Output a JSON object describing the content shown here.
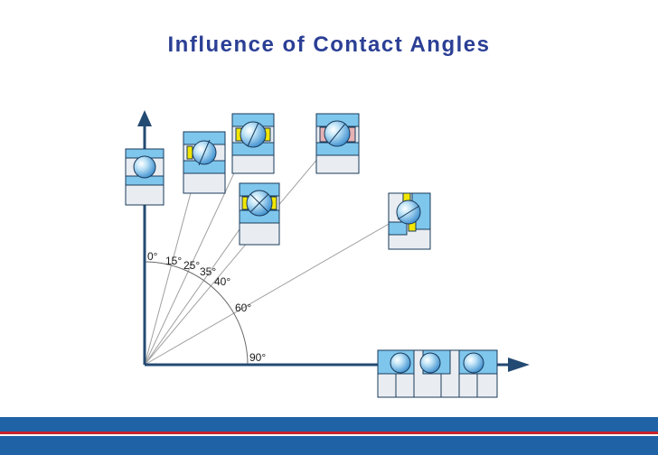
{
  "title": "Influence of Contact Angles",
  "angles": [
    {
      "label": "0°",
      "deg": 0
    },
    {
      "label": "15°",
      "deg": 15
    },
    {
      "label": "25°",
      "deg": 25
    },
    {
      "label": "35°",
      "deg": 35
    },
    {
      "label": "40°",
      "deg": 40
    },
    {
      "label": "60°",
      "deg": 60
    },
    {
      "label": "90°",
      "deg": 90
    }
  ],
  "colors": {
    "title": "#2b3f95",
    "bearing_fill": "#7fc6ec",
    "bearing_outline": "#1a3a5a",
    "cage_yellow": "#f2e600",
    "cage_pink": "#e7b1b4",
    "axis": "#234a72",
    "footer_blue": "#1f63a6",
    "footer_red": "#c8222b"
  },
  "bearings": [
    {
      "name": "deep-groove-ball-bearing-0deg",
      "cage": "none"
    },
    {
      "name": "angular-contact-bearing-15deg",
      "cage": "yellow"
    },
    {
      "name": "angular-contact-bearing-25deg",
      "cage": "yellow"
    },
    {
      "name": "four-point-contact-bearing-35deg",
      "cage": "yellow"
    },
    {
      "name": "angular-contact-bearing-40deg",
      "cage": "pink"
    },
    {
      "name": "thrust-angular-bearing-60deg",
      "cage": "yellow"
    },
    {
      "name": "thrust-ball-bearing-set-90deg",
      "cage": "none"
    }
  ]
}
